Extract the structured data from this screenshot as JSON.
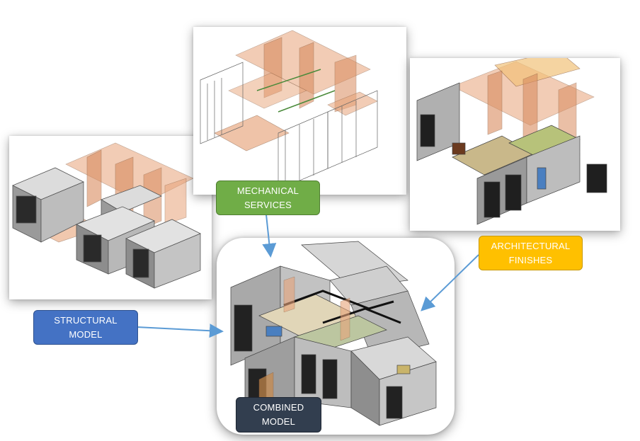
{
  "labels": {
    "mechanical": [
      "MECHANICAL",
      "SERVICES"
    ],
    "architectural": [
      "ARCHITECTURAL",
      "FINISHES"
    ],
    "structural": [
      "STRUCTURAL",
      "MODEL"
    ],
    "combined": [
      "COMBINED",
      "MODEL"
    ]
  },
  "colors": {
    "mechanical": "#70ad47",
    "architectural": "#ffc000",
    "structural": "#4472c4",
    "combined": "#323e4f",
    "arrow": "#5b9bd5",
    "model_orange": "#e8a47a",
    "model_grey": "#cfcfcf"
  }
}
